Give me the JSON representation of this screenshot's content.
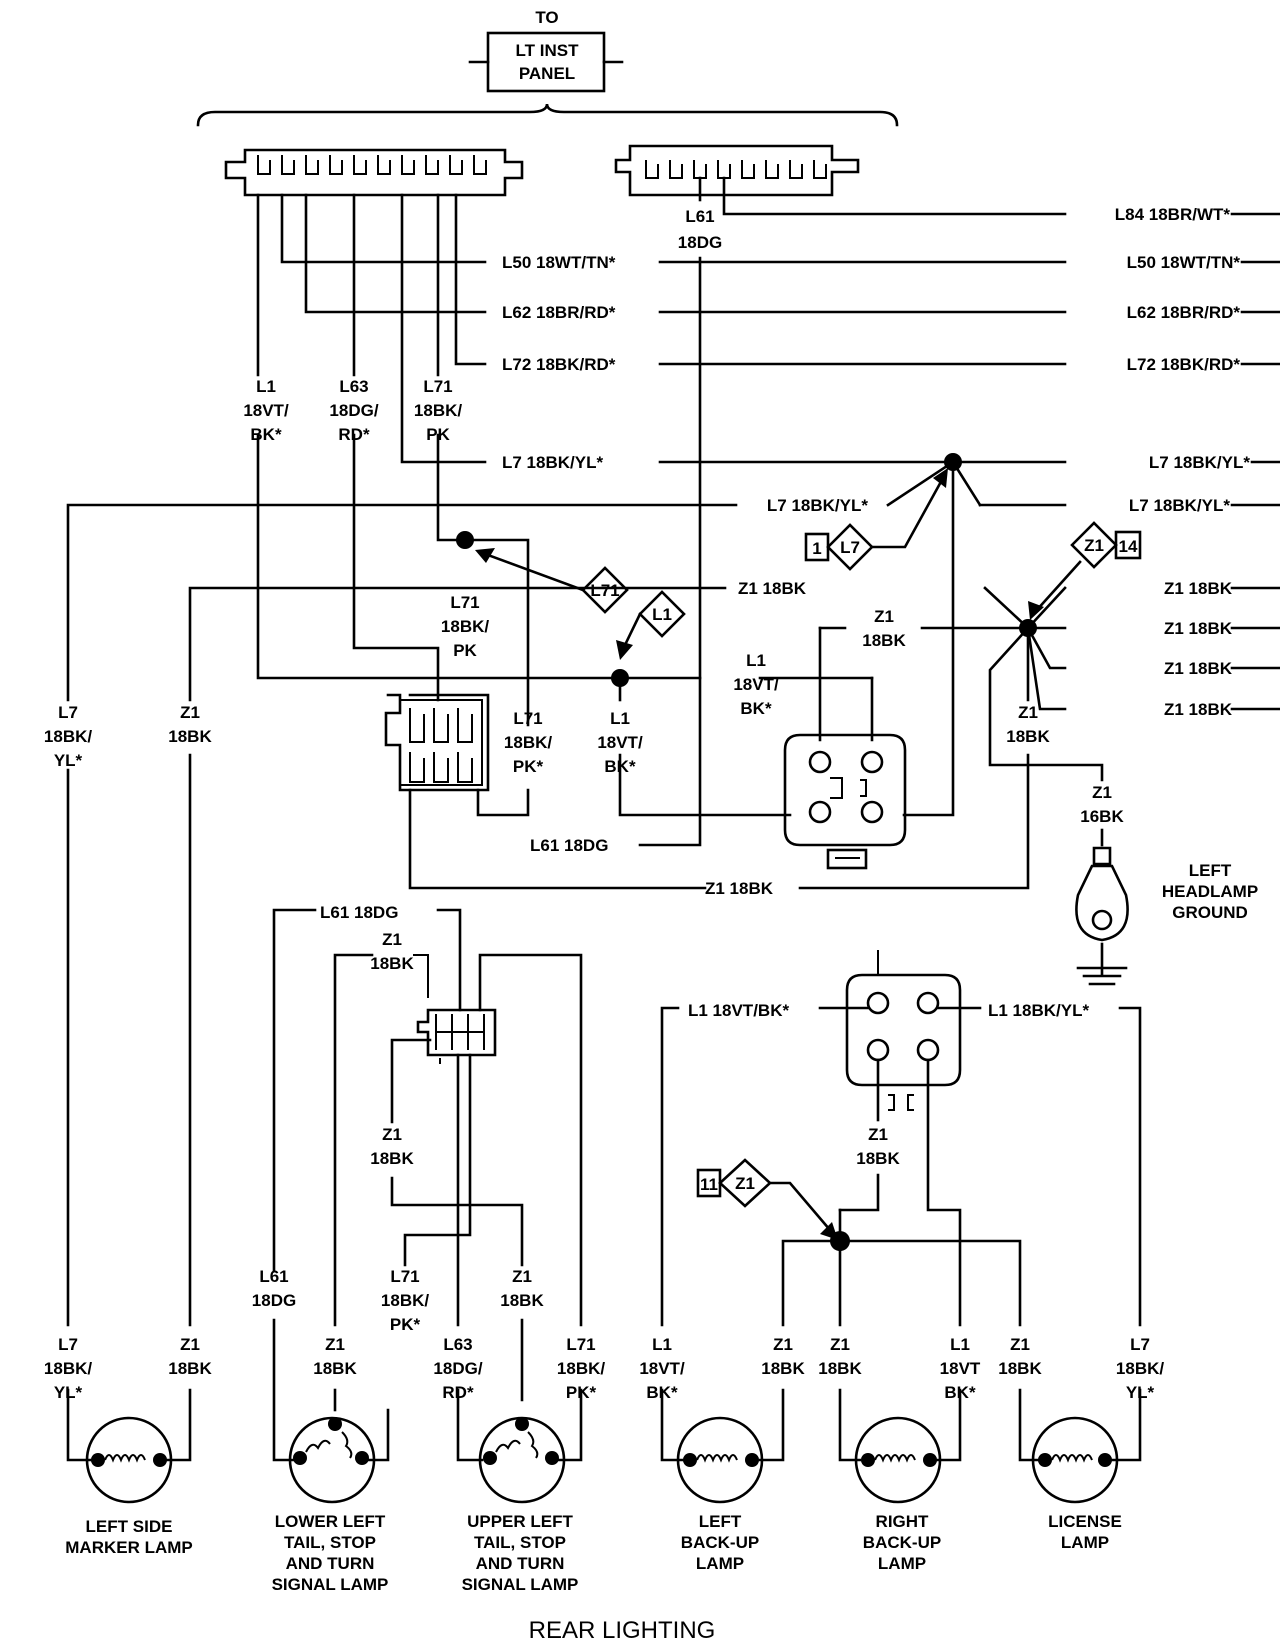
{
  "title": "REAR LIGHTING",
  "header": {
    "to": "TO",
    "panel_line1": "LT INST",
    "panel_line2": "PANEL"
  },
  "callouts": {
    "l71": "L71",
    "l1": "L1",
    "l7": "L7",
    "l7_num": "1",
    "z1_top": "Z1",
    "z1_top_num": "14",
    "z1_low": "Z1",
    "z1_low_num": "11"
  },
  "labels": {
    "l50_left": "L50 18WT/TN*",
    "l62_left": "L62 18BR/RD*",
    "l72_left": "L72 18BK/RD*",
    "l7_left": "L7 18BK/YL*",
    "l61_top_1": "L61",
    "l61_top_2": "18DG",
    "l84_right": "L84 18BR/WT*",
    "l50_right": "L50 18WT/TN*",
    "l62_right": "L62 18BR/RD*",
    "l72_right": "L72 18BK/RD*",
    "l7_right_1": "L7 18BK/YL*",
    "l7_right_2": "L7 18BK/YL*",
    "z1_r1": "Z1 18BK",
    "z1_r2": "Z1 18BK",
    "z1_r3": "Z1 18BK",
    "z1_r4": "Z1 18BK",
    "l7_mid": "L7 18BK/YL*",
    "z1_mid": "Z1 18BK",
    "l1_a": "L1",
    "l1_b": "18VT/",
    "l1_c": "BK*",
    "l63_a": "L63",
    "l63_b": "18DG/",
    "l63_c": "RD*",
    "l71_a": "L71",
    "l71_b": "18BK/",
    "l71_c": "PK",
    "l71_mid_a": "L71",
    "l71_mid_b": "18BK/",
    "l71_mid_c": "PK",
    "z1_conn_a": "Z1",
    "z1_conn_b": "18BK",
    "l1_conn_a": "L1",
    "l1_conn_b": "18VT/",
    "l1_conn_c": "BK*",
    "l7_left_a": "L7",
    "l7_left_b": "18BK/",
    "l7_left_c": "YL*",
    "z1_left_a": "Z1",
    "z1_left_b": "18BK",
    "l71_low_a": "L71",
    "l71_low_b": "18BK/",
    "l71_low_c": "PK*",
    "l1_low_a": "L1",
    "l1_low_b": "18VT/",
    "l1_low_c": "BK*",
    "l61_mid": "L61 18DG",
    "z1_bottom": "Z1 18BK",
    "z1_ground_a": "Z1",
    "z1_ground_b": "18BK",
    "z1_16_a": "Z1",
    "z1_16_b": "16BK",
    "ground_a": "LEFT",
    "ground_b": "HEADLAMP",
    "ground_c": "GROUND",
    "l61_lower": "L61 18DG",
    "z1_lower_a": "Z1",
    "z1_lower_b": "18BK",
    "z1_lower2_a": "Z1",
    "z1_lower2_b": "18BK",
    "l61_lamp_a": "L61",
    "l61_lamp_b": "18DG",
    "l71_lamp_a": "L71",
    "l71_lamp_b": "18BK/",
    "l71_lamp_c": "PK*",
    "z1_lamp_a": "Z1",
    "z1_lamp_b": "18BK",
    "lamp1_l7_a": "L7",
    "lamp1_l7_b": "18BK/",
    "lamp1_l7_c": "YL*",
    "lamp1_z1_a": "Z1",
    "lamp1_z1_b": "18BK",
    "lamp2_z1_a": "Z1",
    "lamp2_z1_b": "18BK",
    "lamp3_l63_a": "L63",
    "lamp3_l63_b": "18DG/",
    "lamp3_l63_c": "RD*",
    "lamp3_l71_a": "L71",
    "lamp3_l71_b": "18BK/",
    "lamp3_l71_c": "PK*",
    "lamp4_l1_a": "L1",
    "lamp4_l1_b": "18VT/",
    "lamp4_l1_c": "BK*",
    "lamp4_z1_a": "Z1",
    "lamp4_z1_b": "18BK",
    "lamp5_z1_a": "Z1",
    "lamp5_z1_b": "18BK",
    "lamp5_l1_a": "L1",
    "lamp5_l1_b": "18VT",
    "lamp5_l1_c": "BK*",
    "lamp6_z1_a": "Z1",
    "lamp6_z1_b": "18BK",
    "lamp6_l7_a": "L7",
    "lamp6_l7_b": "18BK/",
    "lamp6_l7_c": "YL*",
    "l1_vtbk_lower": "L1 18VT/BK*",
    "l1_bkyl_lower": "L1 18BK/YL*",
    "z1_conn_low_a": "Z1",
    "z1_conn_low_b": "18BK"
  },
  "lamps": [
    {
      "line1": "LEFT SIDE",
      "line2": "MARKER LAMP"
    },
    {
      "line1": "LOWER LEFT",
      "line2": "TAIL, STOP",
      "line3": "AND TURN",
      "line4": "SIGNAL LAMP"
    },
    {
      "line1": "UPPER LEFT",
      "line2": "TAIL, STOP",
      "line3": "AND TURN",
      "line4": "SIGNAL LAMP"
    },
    {
      "line1": "LEFT",
      "line2": "BACK-UP",
      "line3": "LAMP"
    },
    {
      "line1": "RIGHT",
      "line2": "BACK-UP",
      "line3": "LAMP"
    },
    {
      "line1": "LICENSE",
      "line2": "LAMP"
    }
  ]
}
